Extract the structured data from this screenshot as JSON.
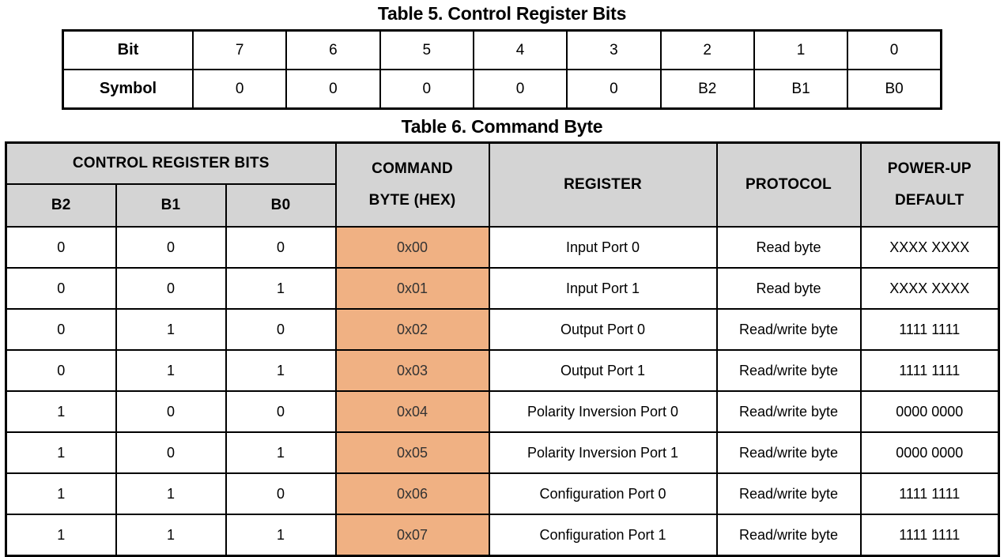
{
  "table5": {
    "title": "Table 5. Control Register Bits",
    "rows": [
      {
        "label": "Bit",
        "cells": [
          "7",
          "6",
          "5",
          "4",
          "3",
          "2",
          "1",
          "0"
        ]
      },
      {
        "label": "Symbol",
        "cells": [
          "0",
          "0",
          "0",
          "0",
          "0",
          "B2",
          "B1",
          "B0"
        ]
      }
    ]
  },
  "table6": {
    "title": "Table 6. Command Byte",
    "group_header": "CONTROL REGISTER BITS",
    "headers": {
      "b2": "B2",
      "b1": "B1",
      "b0": "B0",
      "command_byte_line1": "COMMAND",
      "command_byte_line2": "BYTE (HEX)",
      "register": "REGISTER",
      "protocol": "PROTOCOL",
      "powerup_line1": "POWER-UP",
      "powerup_line2": "DEFAULT"
    },
    "rows": [
      {
        "b2": "0",
        "b1": "0",
        "b0": "0",
        "command_byte": "0x00",
        "register": "Input Port 0",
        "protocol": "Read byte",
        "default": "XXXX XXXX"
      },
      {
        "b2": "0",
        "b1": "0",
        "b0": "1",
        "command_byte": "0x01",
        "register": "Input Port 1",
        "protocol": "Read byte",
        "default": "XXXX XXXX"
      },
      {
        "b2": "0",
        "b1": "1",
        "b0": "0",
        "command_byte": "0x02",
        "register": "Output Port 0",
        "protocol": "Read/write byte",
        "default": "1111 1111"
      },
      {
        "b2": "0",
        "b1": "1",
        "b0": "1",
        "command_byte": "0x03",
        "register": "Output Port 1",
        "protocol": "Read/write byte",
        "default": "1111 1111"
      },
      {
        "b2": "1",
        "b1": "0",
        "b0": "0",
        "command_byte": "0x04",
        "register": "Polarity Inversion Port 0",
        "protocol": "Read/write byte",
        "default": "0000 0000"
      },
      {
        "b2": "1",
        "b1": "0",
        "b0": "1",
        "command_byte": "0x05",
        "register": "Polarity Inversion Port 1",
        "protocol": "Read/write byte",
        "default": "0000 0000"
      },
      {
        "b2": "1",
        "b1": "1",
        "b0": "0",
        "command_byte": "0x06",
        "register": "Configuration Port 0",
        "protocol": "Read/write byte",
        "default": "1111 1111"
      },
      {
        "b2": "1",
        "b1": "1",
        "b0": "1",
        "command_byte": "0x07",
        "register": "Configuration Port 1",
        "protocol": "Read/write byte",
        "default": "1111 1111"
      }
    ]
  },
  "colors": {
    "header_gray": "#d4d4d4",
    "command_byte_orange": "#f0b183",
    "border": "#000000",
    "page_background": "#ffffff"
  }
}
